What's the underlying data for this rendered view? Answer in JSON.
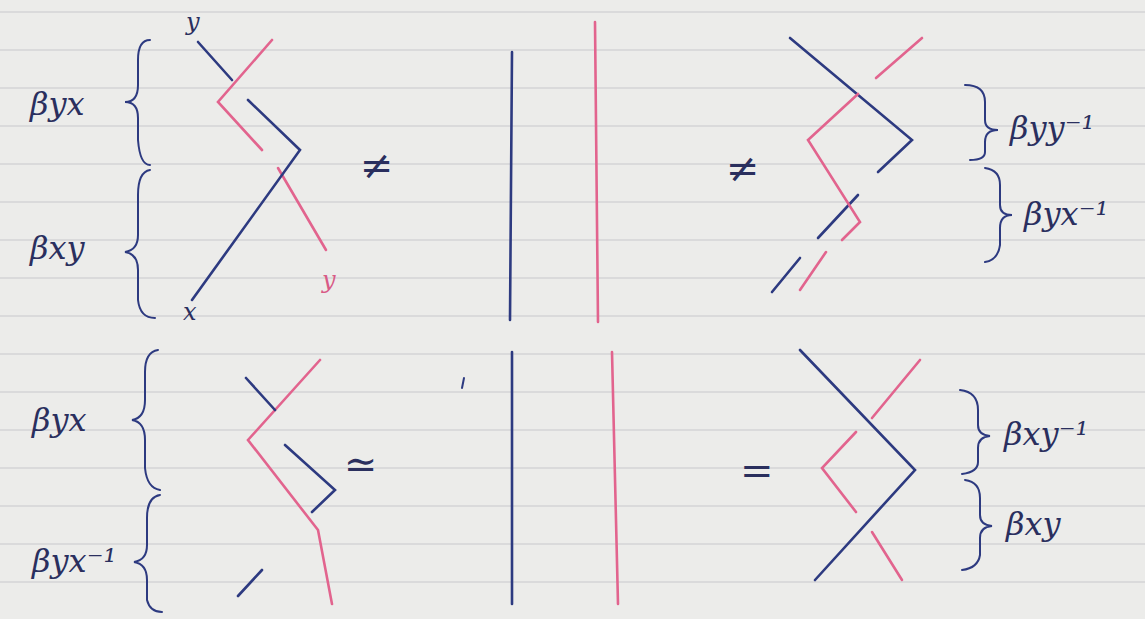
{
  "diagram": {
    "labels": [
      "βyx",
      "βxy",
      "y",
      "x",
      "y",
      "≠",
      "≠",
      "βyy⁻¹",
      "βyx⁻¹",
      "βyx",
      "βyx⁻¹",
      "≃",
      "=",
      "βxy⁻¹",
      "βxy"
    ]
  }
}
